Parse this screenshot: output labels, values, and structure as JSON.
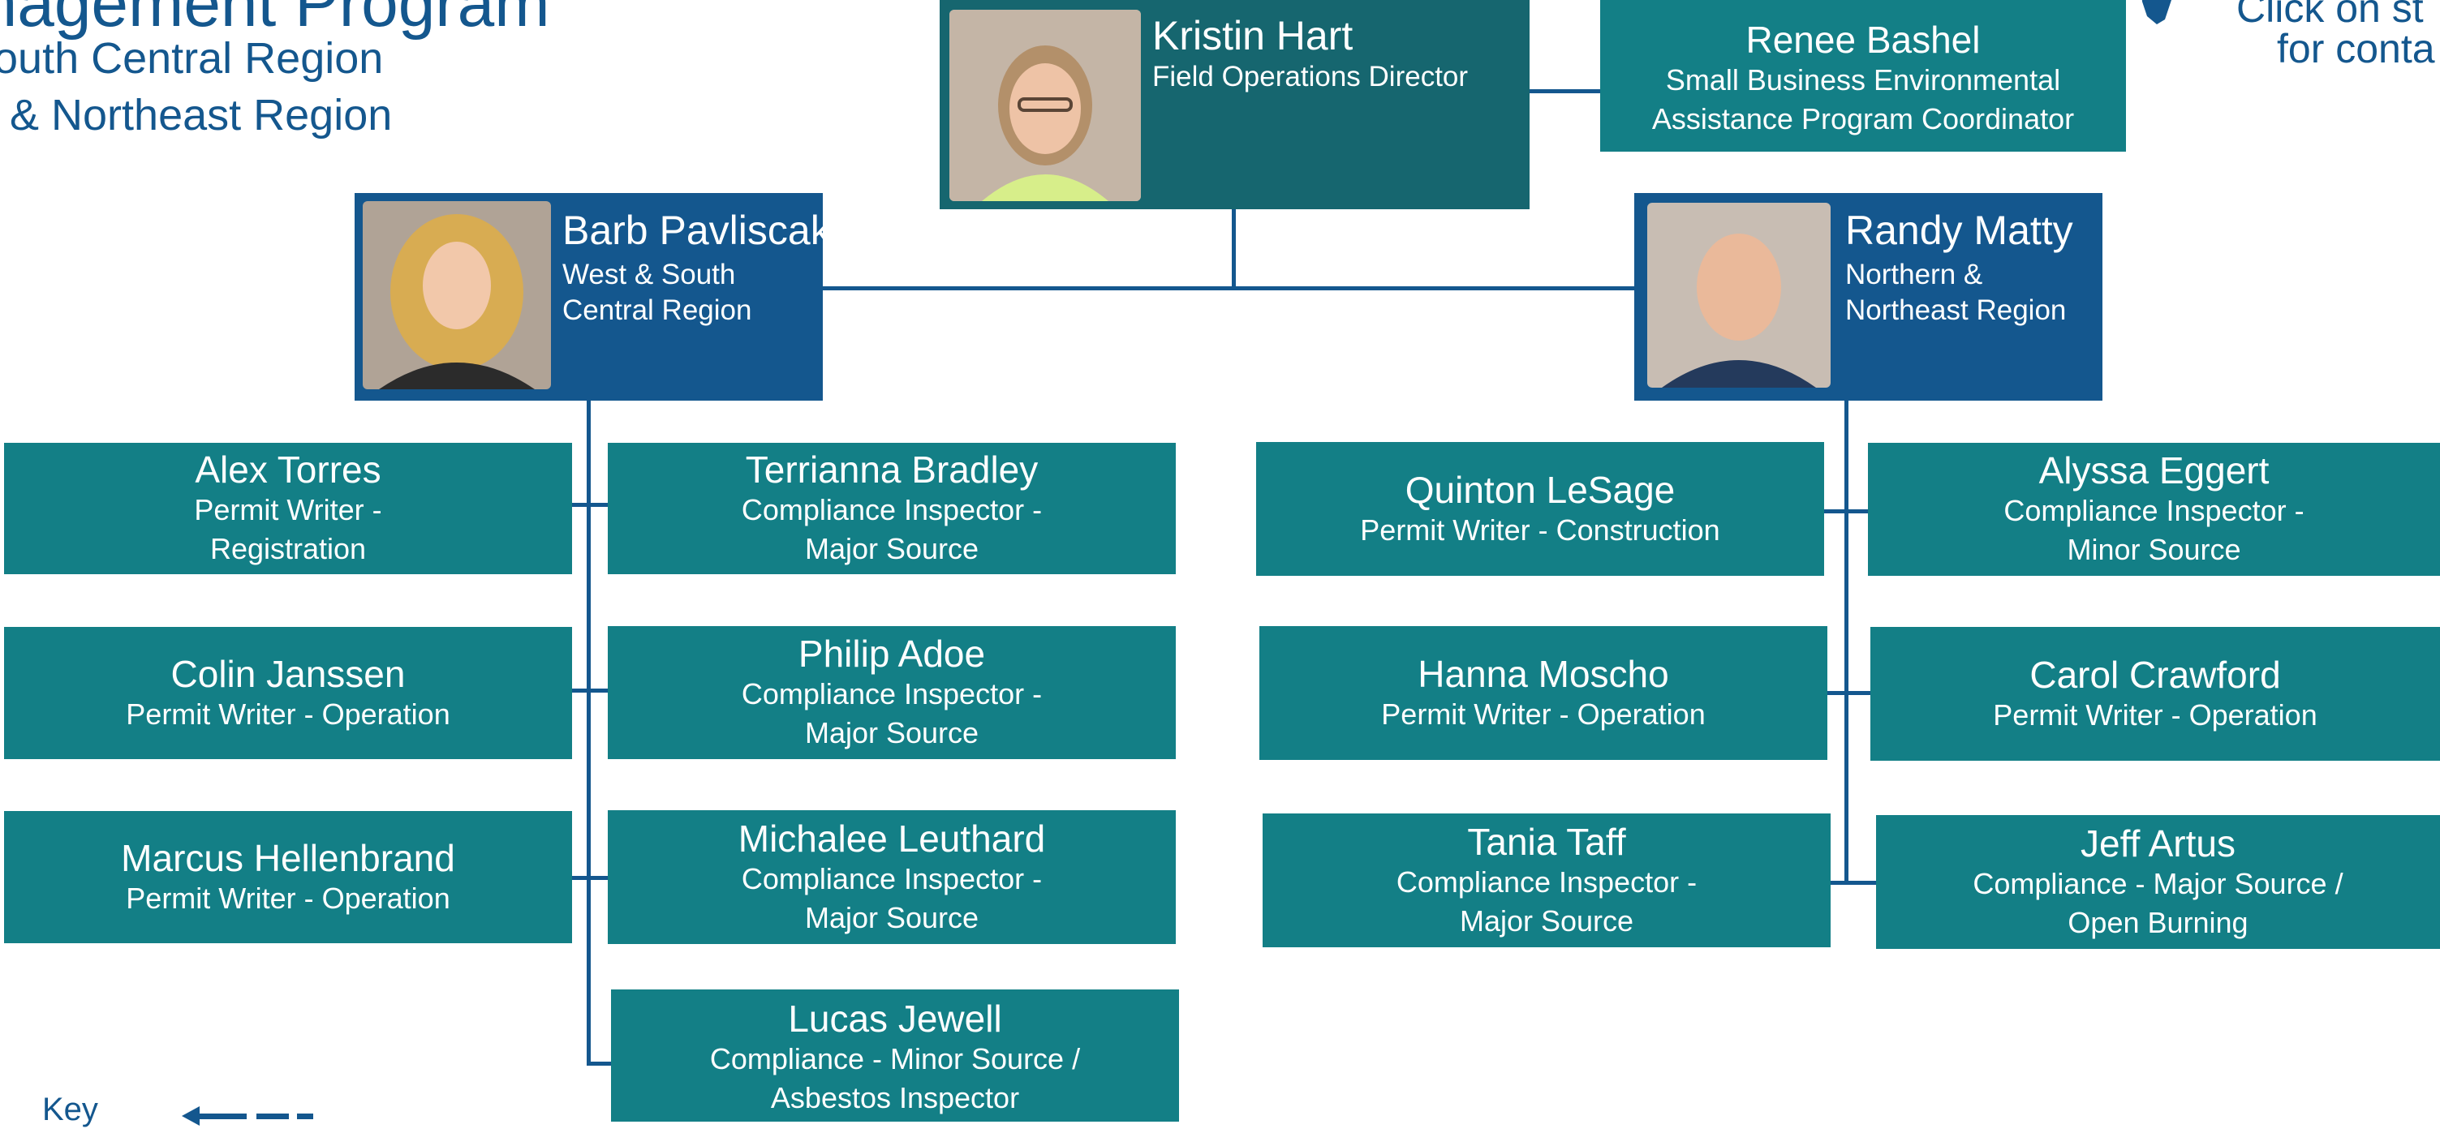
{
  "header": {
    "program_title": "anagement Program",
    "region_line_1": "outh Central Region",
    "region_line_2": "& Northeast Region",
    "contact_hint_1": "Click on st",
    "contact_hint_2": "for conta",
    "key_label": "Key"
  },
  "director": {
    "name": "Kristin Hart",
    "role": "Field Operations Director"
  },
  "coordinator": {
    "name": "Renee Bashel",
    "role_line_1": "Small Business Environmental",
    "role_line_2": "Assistance Program Coordinator"
  },
  "managers": [
    {
      "name": "Barb Pavliscak",
      "role_line_1": "West & South",
      "role_line_2": "Central Region"
    },
    {
      "name": "Randy Matty",
      "role_line_1": "Northern &",
      "role_line_2": "Northeast Region"
    }
  ],
  "staff": [
    {
      "name": "Alex Torres",
      "role_line_1": "Permit Writer -",
      "role_line_2": "Registration"
    },
    {
      "name": "Terrianna Bradley",
      "role_line_1": "Compliance Inspector -",
      "role_line_2": "Major Source"
    },
    {
      "name": "Colin Janssen",
      "role_line_1": "Permit Writer - Operation",
      "role_line_2": ""
    },
    {
      "name": "Philip Adoe",
      "role_line_1": "Compliance Inspector -",
      "role_line_2": "Major Source"
    },
    {
      "name": "Marcus Hellenbrand",
      "role_line_1": "Permit Writer - Operation",
      "role_line_2": ""
    },
    {
      "name": "Michalee Leuthard",
      "role_line_1": "Compliance Inspector -",
      "role_line_2": "Major Source"
    },
    {
      "name": "Lucas Jewell",
      "role_line_1": "Compliance - Minor Source /",
      "role_line_2": "Asbestos Inspector"
    },
    {
      "name": "Quinton LeSage",
      "role_line_1": "Permit Writer - Construction",
      "role_line_2": ""
    },
    {
      "name": "Alyssa Eggert",
      "role_line_1": "Compliance Inspector -",
      "role_line_2": "Minor Source"
    },
    {
      "name": "Hanna Moscho",
      "role_line_1": "Permit Writer - Operation",
      "role_line_2": ""
    },
    {
      "name": "Carol Crawford",
      "role_line_1": "Permit Writer -  Operation",
      "role_line_2": ""
    },
    {
      "name": "Tania Taff",
      "role_line_1": "Compliance Inspector -",
      "role_line_2": "Major Source"
    },
    {
      "name": "Jeff Artus",
      "role_line_1": "Compliance - Major Source /",
      "role_line_2": "Open Burning"
    }
  ],
  "colors": {
    "teal_box": "#137f86",
    "manager_box": "#14578e",
    "director_box": "#16666f",
    "connector": "#14578e",
    "title_text": "#14578e"
  },
  "icons": [
    "pointing-hand-icon",
    "arrow-left-icon"
  ]
}
